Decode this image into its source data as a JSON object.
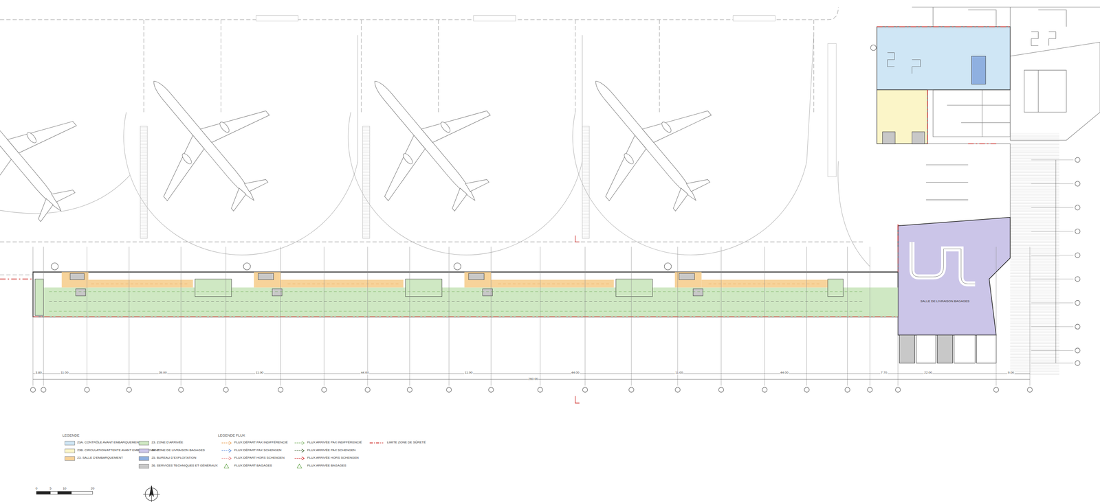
{
  "diagram": {
    "nodes": [
      {
        "text": [
          "SALLE DE LIVRAISON BAGAGES"
        ]
      }
    ],
    "labels": [
      "LEGENDE",
      "LEGENDE FLUX",
      "3.80",
      "11.00",
      "39.00",
      "11.00",
      "44.00",
      "11.00",
      "44.00",
      "11.00",
      "44.00",
      "7.70",
      "22.00",
      "9.00",
      "260.00",
      "0",
      "5",
      "10",
      "20"
    ],
    "legend": [
      {
        "text": "23A. CONTRÔLE AVANT EMBARQUEMENT",
        "color": "#cfe6f5"
      },
      {
        "text": "23B. CIRCULATION/ATTENTE AVANT EMBARQUEMENT",
        "color": "#fbf5c8"
      },
      {
        "text": "23. SALLE D'EMBARQUEMENT",
        "color": "#f7d39a"
      },
      {
        "text": "23. ZONE D'ARRIVÉE",
        "color": "#cfe8c3"
      },
      {
        "text": "24. ZONE DE LIVRAISON BAGAGES",
        "color": "#cbc5e8"
      },
      {
        "text": "25. BUREAU D'EXPLOITATION",
        "color": "#8fb0e0"
      },
      {
        "text": "26. SERVICES TECHNIQUES ET GÉNÉRAUX",
        "color": "#c8c8c8"
      },
      {
        "text": "FLUX DÉPART PAX INDIFFÉRENCIÉ"
      },
      {
        "text": "FLUX DÉPART PAX SCHENGEN"
      },
      {
        "text": "FLUX DÉPART HORS SCHENGEN"
      },
      {
        "text": "FLUX DÉPART BAGAGES"
      },
      {
        "text": "FLUX ARRIVÉE PAX INDIFFÉRENCIÉ"
      },
      {
        "text": "FLUX ARRIVÉE PAX SCHENGEN"
      },
      {
        "text": "FLUX ARRIVÉE HORS SCHENGEN"
      },
      {
        "text": "FLUX ARRIVÉE BAGAGES"
      },
      {
        "text": "LIMITE ZONE DE SÛRETÉ"
      }
    ]
  }
}
